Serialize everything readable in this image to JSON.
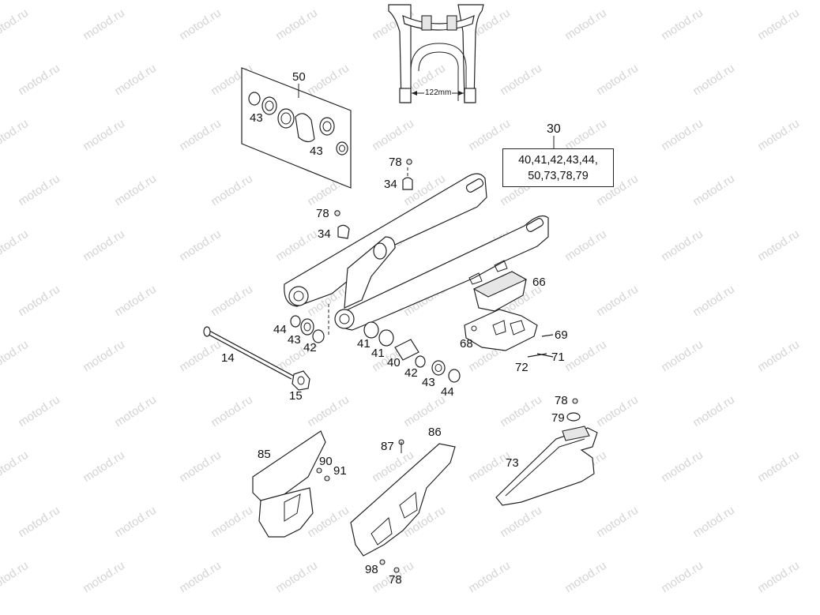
{
  "watermark": "motod.ru",
  "dimension": "122mm",
  "kit": {
    "number": "30",
    "contents_line1": "40,41,42,43,44,",
    "contents_line2": "50,73,78,79"
  },
  "callouts": {
    "p50": "50",
    "p43a": "43",
    "p43b": "43",
    "p78a": "78",
    "p34a": "34",
    "p78b": "78",
    "p34b": "34",
    "p66": "66",
    "p68": "68",
    "p69": "69",
    "p72": "72",
    "p71": "71",
    "p44a": "44",
    "p43c": "43",
    "p42a": "42",
    "p41a": "41",
    "p41b": "41",
    "p40": "40",
    "p42b": "42",
    "p43d": "43",
    "p44b": "44",
    "p14": "14",
    "p15": "15",
    "p78c": "78",
    "p79": "79",
    "p73": "73",
    "p85": "85",
    "p90": "90",
    "p91": "91",
    "p87": "87",
    "p86": "86",
    "p98": "98",
    "p78d": "78"
  }
}
